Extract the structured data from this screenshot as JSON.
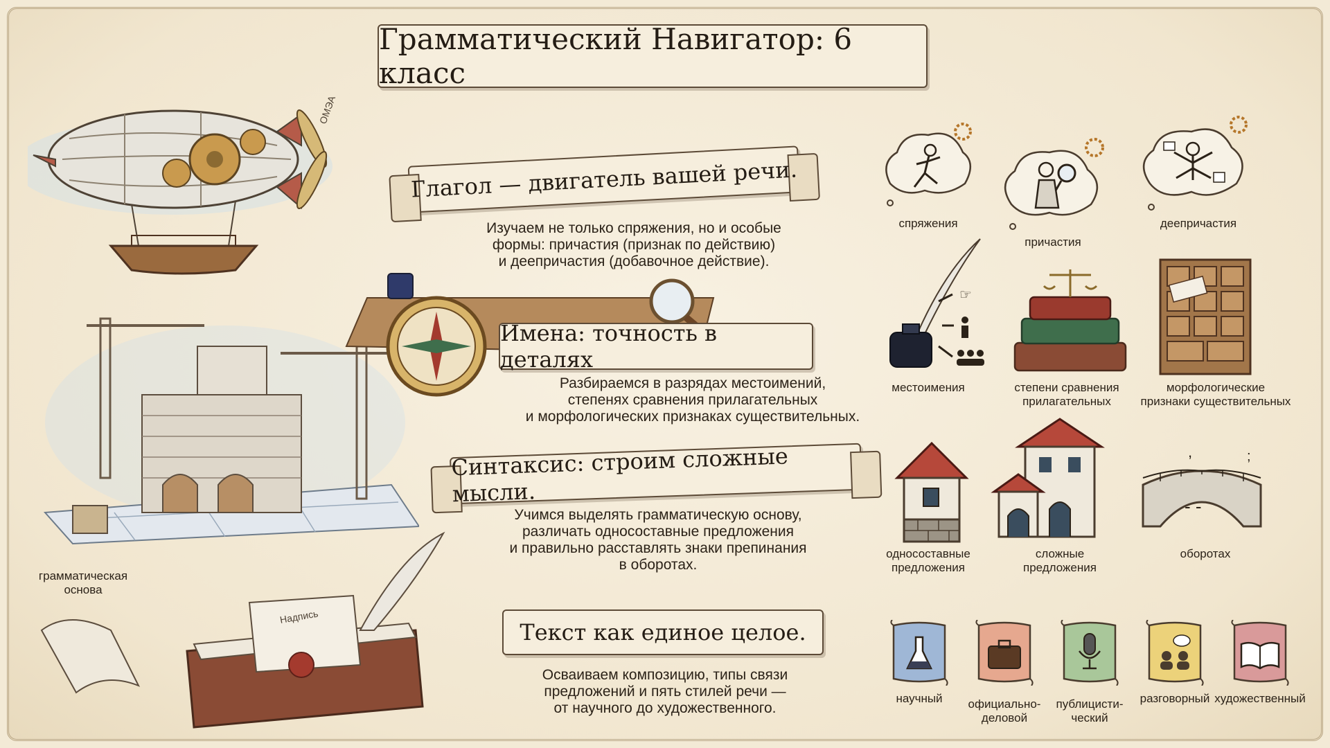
{
  "title": "Грамматический Навигатор: 6 класс",
  "sections": [
    {
      "heading": "Глагол — двигатель вашей речи.",
      "lines": [
        "Изучаем не только спряжения, но и особые",
        "формы: причастия (признак по действию)",
        "и деепричастия (добавочное действие)."
      ]
    },
    {
      "heading": "Имена: точность в деталях",
      "lines": [
        "Разбираемся в разрядах местоимений,",
        "степенях сравнения прилагательных",
        "и морфологических признаках существительных."
      ]
    },
    {
      "heading": "Синтаксис: строим сложные мысли.",
      "lines": [
        "Учимся выделять грамматическую основу,",
        "различать односоставные предложения",
        "и правильно расставлять знаки препинания",
        "в оборотах."
      ]
    },
    {
      "heading": "Текст как единое целое.",
      "lines": [
        "Осваиваем композицию, типы связи",
        "предложений и пять стилей речи —",
        "от научного до художественного."
      ]
    }
  ],
  "verb_icons": [
    {
      "label": "спряжения",
      "icon": "running-man-icon"
    },
    {
      "label": "причастия",
      "icon": "magnifier-man-icon"
    },
    {
      "label": "деепричастия",
      "icon": "multitask-man-icon"
    }
  ],
  "noun_icons": [
    {
      "label": "местоимения",
      "icon": "quill-inkwell-icon"
    },
    {
      "label_lines": [
        "степени сравнения",
        "прилагательных"
      ],
      "icon": "books-scales-icon"
    },
    {
      "label_lines": [
        "морфологические",
        "признаки существительных"
      ],
      "icon": "filing-cabinet-icon"
    }
  ],
  "syntax_icons": [
    {
      "label_lines": [
        "односоставные",
        "предложения"
      ],
      "icon": "small-house-icon"
    },
    {
      "label_lines": [
        "сложные",
        "предложения"
      ],
      "icon": "large-house-icon"
    },
    {
      "label": "оборотах",
      "icon": "bridge-icon"
    }
  ],
  "style_icons": [
    {
      "label": "научный",
      "icon": "flask-icon",
      "color": "#9fb7d6"
    },
    {
      "label_lines": [
        "официально-",
        "деловой"
      ],
      "icon": "briefcase-icon",
      "color": "#e6a88f"
    },
    {
      "label_lines": [
        "публицисти-",
        "ческий"
      ],
      "icon": "microphone-icon",
      "color": "#a9c79a"
    },
    {
      "label": "разговорный",
      "icon": "dialogue-icon",
      "color": "#ecd27a"
    },
    {
      "label": "художественный",
      "icon": "open-book-icon",
      "color": "#d99a9a"
    }
  ],
  "illustration_labels": {
    "airship_text": "ОМЭА",
    "construction": [
      "грамматическая",
      "основа"
    ],
    "letter_tag": "Надпись"
  }
}
